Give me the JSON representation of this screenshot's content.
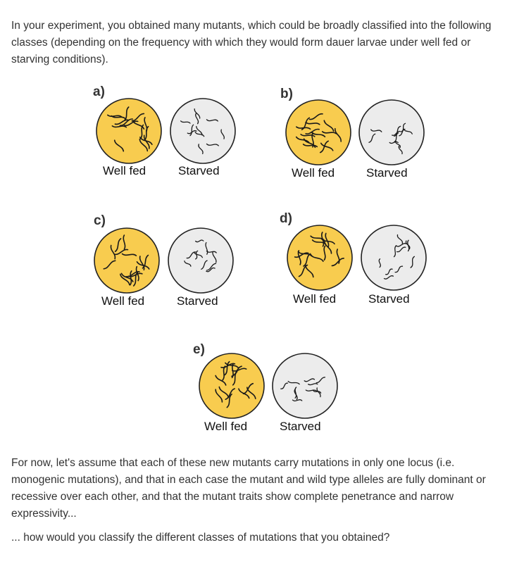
{
  "intro": "In your experiment, you obtained many mutants, which could be broadly classified into the following classes (depending on the frequency with which they would form dauer larvae under well fed or starving conditions).",
  "panels": [
    {
      "letter": "a)",
      "fed_label": "Well fed",
      "starved_label": "Starved"
    },
    {
      "letter": "b)",
      "fed_label": "Well fed",
      "starved_label": "Starved"
    },
    {
      "letter": "c)",
      "fed_label": "Well fed",
      "starved_label": "Starved"
    },
    {
      "letter": "d)",
      "fed_label": "Well fed",
      "starved_label": "Starved"
    },
    {
      "letter": "e)",
      "fed_label": "Well fed",
      "starved_label": "Starved"
    }
  ],
  "colors": {
    "fed_dish": "#f8cc4f",
    "starved_dish": "#ececec",
    "worm": "#1a1a1a",
    "rim": "#222222"
  },
  "body": "For now, let's assume that each of these new mutants carry mutations in only one locus (i.e. monogenic mutations), and that in each case the mutant and wild type alleles are fully dominant or recessive over each other, and that the mutant traits show complete penetrance and narrow expressivity...",
  "question": "... how would you classify the different classes of mutations that you obtained?"
}
